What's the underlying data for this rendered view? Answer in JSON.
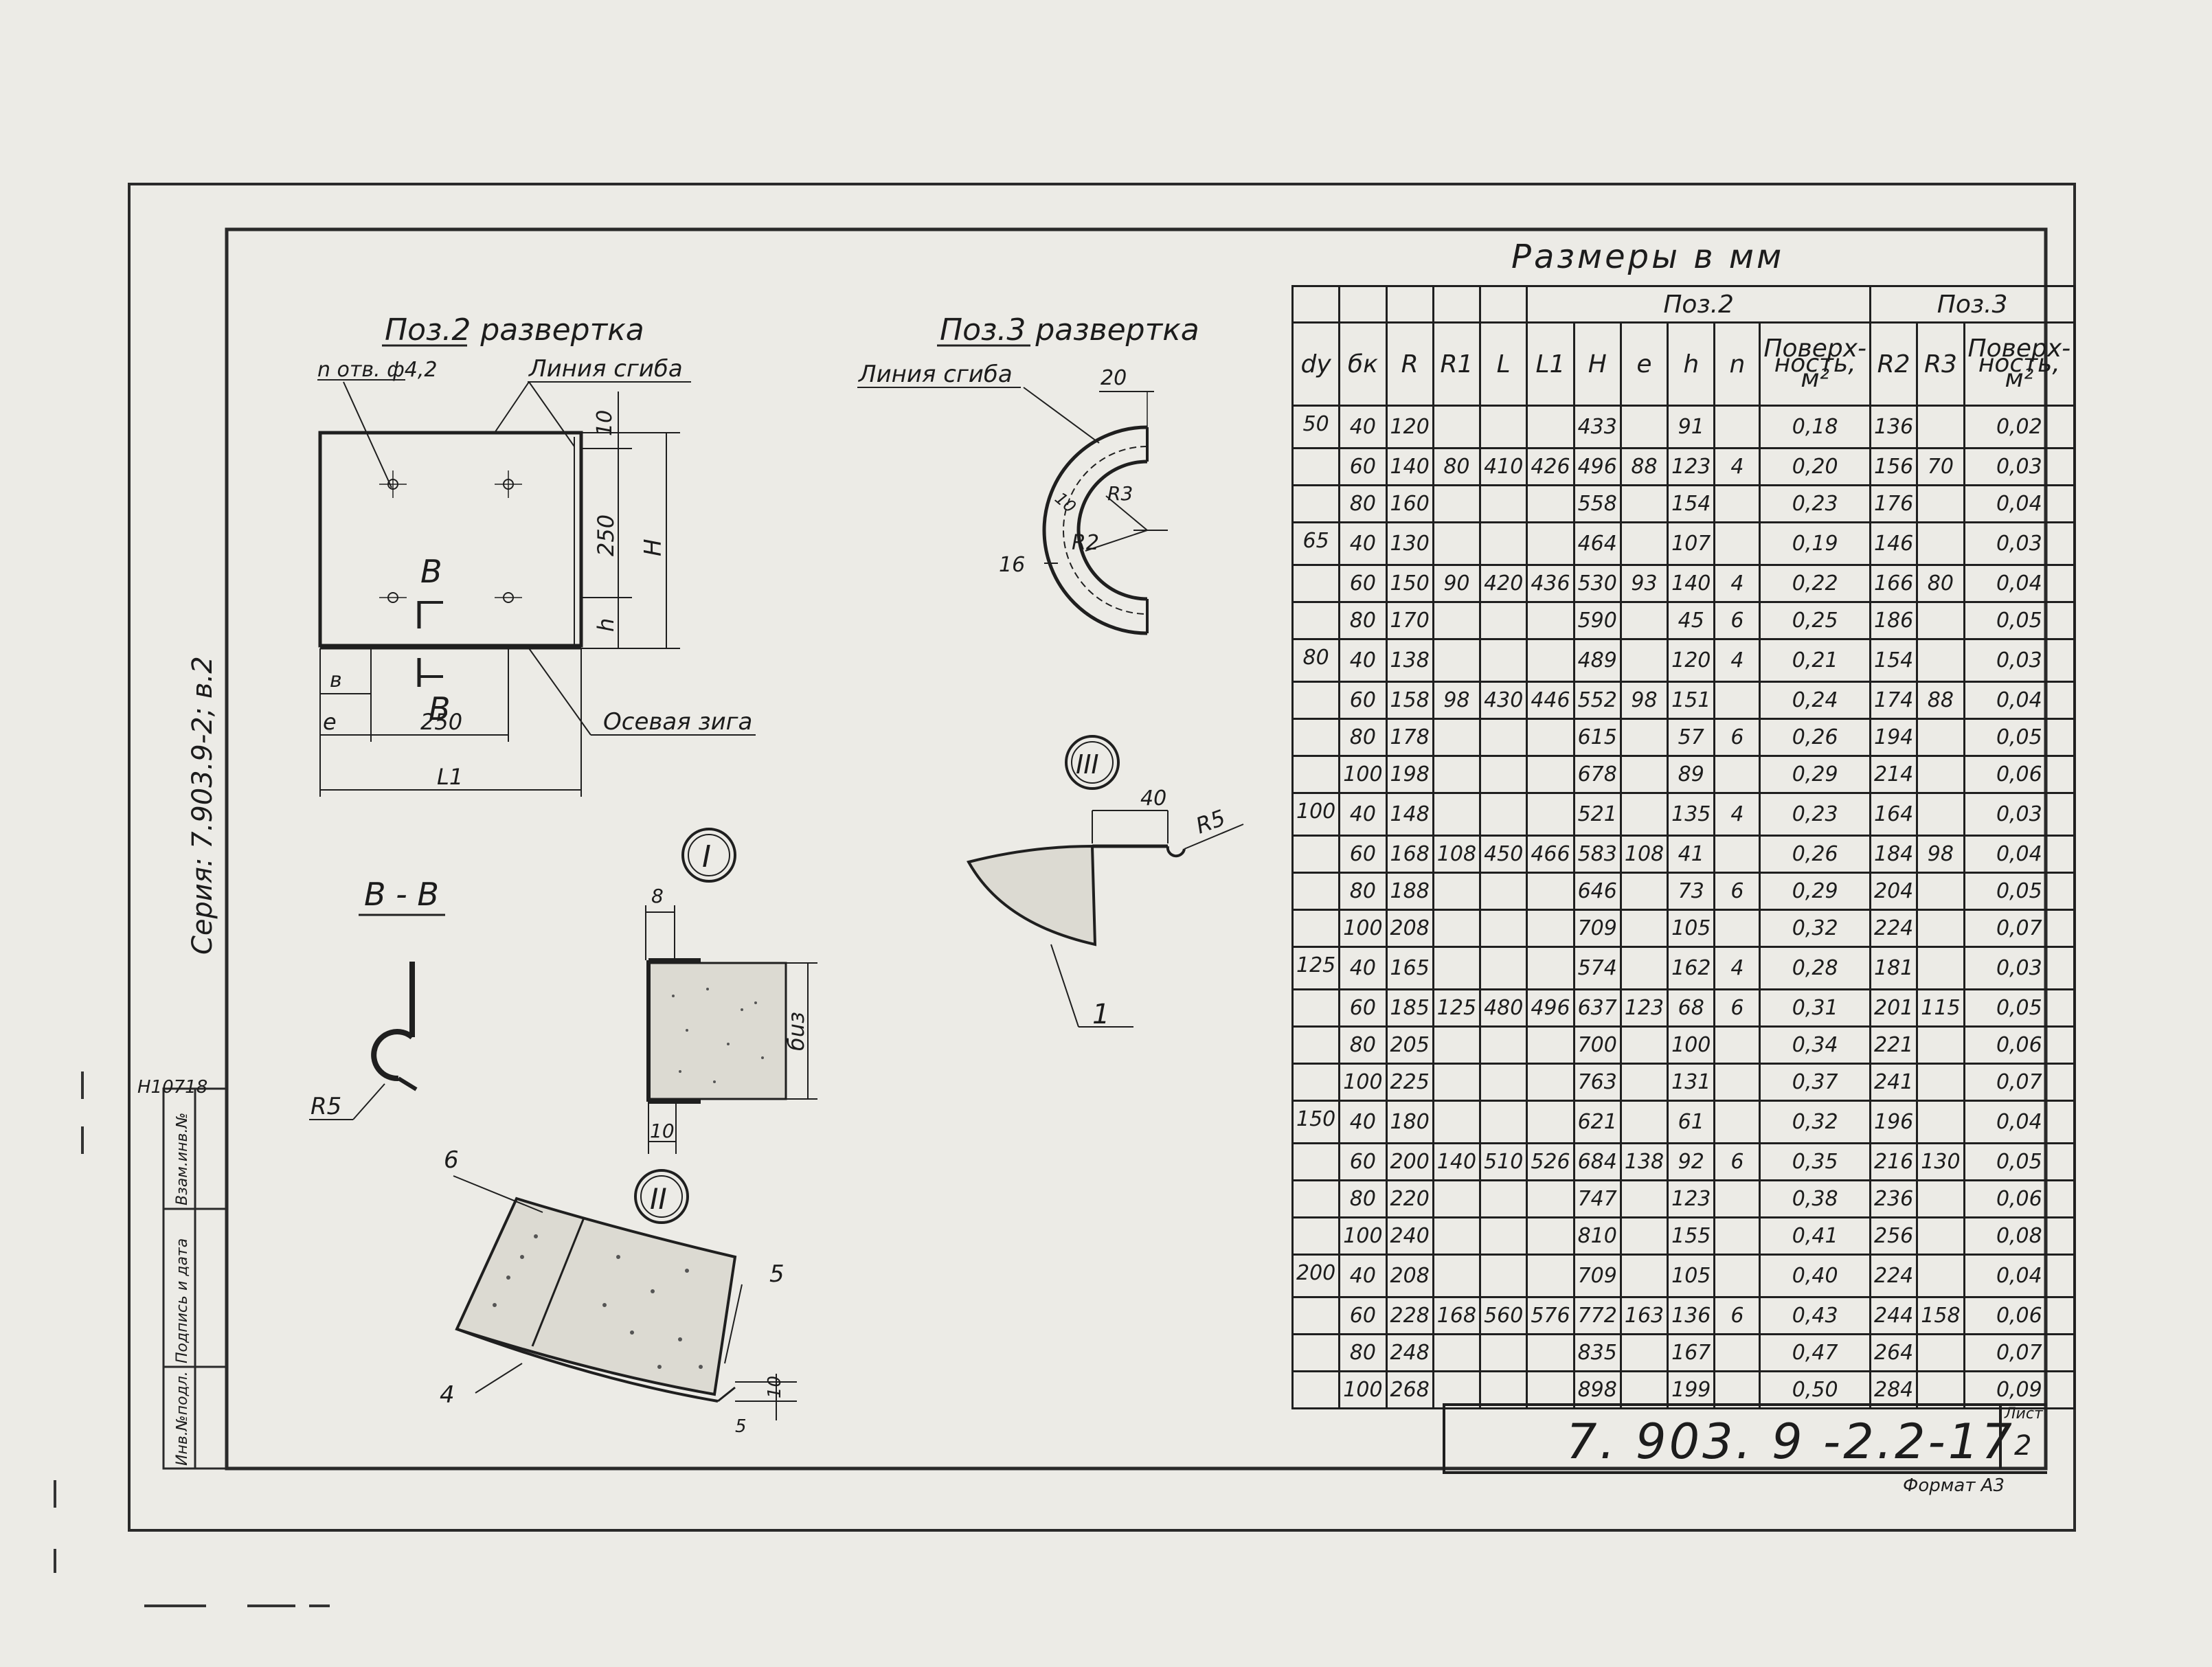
{
  "drawing": {
    "series": "Серия: 7.903.9-2; в.2",
    "inventory_number": "Н10718",
    "stamp_labels": [
      "Инв.№подл.",
      "Подпись и дата",
      "Взам.инв.№"
    ],
    "pos2_title": "Поз.2 развертка",
    "pos2_holes": "n отв. ф4,2",
    "pos2_bend_line": "Линия сгиба",
    "pos2_axial": "Осевая зига",
    "pos2_dims": [
      "10",
      "250",
      "H",
      "h",
      "в",
      "e",
      "250",
      "L1"
    ],
    "section_label_b": "В",
    "pos3_title": "Поз.3 развертка",
    "pos3_bend_line": "Линия сгиба",
    "pos3_dims": [
      "20",
      "10",
      "R3",
      "R2",
      "16"
    ],
    "section_title": "В - В",
    "section_radius": "R5",
    "detail_I": "I",
    "detail_I_dims": [
      "8",
      "бuз",
      "10"
    ],
    "detail_II": "II",
    "detail_II_refs": [
      "6",
      "5",
      "4"
    ],
    "detail_II_dims": [
      "10",
      "5"
    ],
    "detail_III": "III",
    "detail_III_dims": [
      "40",
      "R5"
    ],
    "detail_III_ref": "1"
  },
  "table": {
    "title": "Размеры в мм",
    "group_pos2": "Поз.2",
    "group_pos3": "Поз.3",
    "headers": [
      "dу",
      "бк",
      "R",
      "R1",
      "L",
      "L1",
      "H",
      "e",
      "h",
      "n",
      "Поверх-ность, м²",
      "R2",
      "R3",
      "Поверх-ность, м²"
    ],
    "groups": [
      {
        "du": "50",
        "R1": "80",
        "L": "410",
        "L1": "426",
        "e": "88",
        "R3": "70",
        "rows": [
          {
            "bk": "40",
            "R": "120",
            "H": "433",
            "h": "91",
            "S2": "0,18",
            "R2": "136",
            "S3": "0,02"
          },
          {
            "bk": "60",
            "R": "140",
            "H": "496",
            "h": "123",
            "S2": "0,20",
            "R2": "156",
            "S3": "0,03"
          },
          {
            "bk": "80",
            "R": "160",
            "H": "558",
            "h": "154",
            "S2": "0,23",
            "R2": "176",
            "S3": "0,04"
          }
        ]
      },
      {
        "du": "65",
        "R1": "90",
        "L": "420",
        "L1": "436",
        "e": "93",
        "R3": "80",
        "rows": [
          {
            "bk": "40",
            "R": "130",
            "H": "464",
            "h": "107",
            "S2": "0,19",
            "R2": "146",
            "S3": "0,03"
          },
          {
            "bk": "60",
            "R": "150",
            "H": "530",
            "h": "140",
            "S2": "0,22",
            "R2": "166",
            "S3": "0,04"
          },
          {
            "bk": "80",
            "R": "170",
            "H": "590",
            "h": "45",
            "S2": "0,25",
            "R2": "186",
            "S3": "0,05"
          }
        ]
      },
      {
        "du": "80",
        "R1": "98",
        "L": "430",
        "L1": "446",
        "e": "98",
        "R3": "88",
        "rows": [
          {
            "bk": "40",
            "R": "138",
            "H": "489",
            "h": "120",
            "S2": "0,21",
            "R2": "154",
            "S3": "0,03"
          },
          {
            "bk": "60",
            "R": "158",
            "H": "552",
            "h": "151",
            "S2": "0,24",
            "R2": "174",
            "S3": "0,04"
          },
          {
            "bk": "80",
            "R": "178",
            "H": "615",
            "h": "57",
            "S2": "0,26",
            "R2": "194",
            "S3": "0,05"
          },
          {
            "bk": "100",
            "R": "198",
            "H": "678",
            "h": "89",
            "S2": "0,29",
            "R2": "214",
            "S3": "0,06"
          }
        ]
      },
      {
        "du": "100",
        "R1": "108",
        "L": "450",
        "L1": "466",
        "e": "108",
        "R3": "98",
        "rows": [
          {
            "bk": "40",
            "R": "148",
            "H": "521",
            "h": "135",
            "S2": "0,23",
            "R2": "164",
            "S3": "0,03"
          },
          {
            "bk": "60",
            "R": "168",
            "H": "583",
            "h": "41",
            "S2": "0,26",
            "R2": "184",
            "S3": "0,04"
          },
          {
            "bk": "80",
            "R": "188",
            "H": "646",
            "h": "73",
            "S2": "0,29",
            "R2": "204",
            "S3": "0,05"
          },
          {
            "bk": "100",
            "R": "208",
            "H": "709",
            "h": "105",
            "S2": "0,32",
            "R2": "224",
            "S3": "0,07"
          }
        ]
      },
      {
        "du": "125",
        "R1": "125",
        "L": "480",
        "L1": "496",
        "e": "123",
        "R3": "115",
        "rows": [
          {
            "bk": "40",
            "R": "165",
            "H": "574",
            "h": "162",
            "S2": "0,28",
            "R2": "181",
            "S3": "0,03"
          },
          {
            "bk": "60",
            "R": "185",
            "H": "637",
            "h": "68",
            "S2": "0,31",
            "R2": "201",
            "S3": "0,05"
          },
          {
            "bk": "80",
            "R": "205",
            "H": "700",
            "h": "100",
            "S2": "0,34",
            "R2": "221",
            "S3": "0,06"
          },
          {
            "bk": "100",
            "R": "225",
            "H": "763",
            "h": "131",
            "S2": "0,37",
            "R2": "241",
            "S3": "0,07"
          }
        ]
      },
      {
        "du": "150",
        "R1": "140",
        "L": "510",
        "L1": "526",
        "e": "138",
        "R3": "130",
        "rows": [
          {
            "bk": "40",
            "R": "180",
            "H": "621",
            "h": "61",
            "S2": "0,32",
            "R2": "196",
            "S3": "0,04"
          },
          {
            "bk": "60",
            "R": "200",
            "H": "684",
            "h": "92",
            "S2": "0,35",
            "R2": "216",
            "S3": "0,05"
          },
          {
            "bk": "80",
            "R": "220",
            "H": "747",
            "h": "123",
            "S2": "0,38",
            "R2": "236",
            "S3": "0,06"
          },
          {
            "bk": "100",
            "R": "240",
            "H": "810",
            "h": "155",
            "S2": "0,41",
            "R2": "256",
            "S3": "0,08"
          }
        ]
      },
      {
        "du": "200",
        "R1": "168",
        "L": "560",
        "L1": "576",
        "e": "163",
        "R3": "158",
        "rows": [
          {
            "bk": "40",
            "R": "208",
            "H": "709",
            "h": "105",
            "S2": "0,40",
            "R2": "224",
            "S3": "0,04"
          },
          {
            "bk": "60",
            "R": "228",
            "H": "772",
            "h": "136",
            "S2": "0,43",
            "R2": "244",
            "S3": "0,06"
          },
          {
            "bk": "80",
            "R": "248",
            "H": "835",
            "h": "167",
            "S2": "0,47",
            "R2": "264",
            "S3": "0,07"
          },
          {
            "bk": "100",
            "R": "268",
            "H": "898",
            "h": "199",
            "S2": "0,50",
            "R2": "284",
            "S3": "0,09"
          }
        ]
      }
    ],
    "n_values": [
      {
        "group": 0,
        "row": 1,
        "value": "4"
      },
      {
        "group": 1,
        "row": 1,
        "value": "4"
      },
      {
        "group": 1,
        "row": 2,
        "value": "6"
      },
      {
        "group": 2,
        "row": 0,
        "value": "4"
      },
      {
        "group": 2,
        "row": 2,
        "value": "6"
      },
      {
        "group": 3,
        "row": 0,
        "value": "4"
      },
      {
        "group": 3,
        "row": 2,
        "value": "6"
      },
      {
        "group": 4,
        "row": 0,
        "value": "4"
      },
      {
        "group": 4,
        "row": 1,
        "value": "6"
      },
      {
        "group": 5,
        "row": 1,
        "value": "6"
      },
      {
        "group": 6,
        "row": 1,
        "value": "6"
      }
    ]
  },
  "title_block": {
    "document_number": "7. 903. 9 -2.2-17",
    "sheet_label": "Лист",
    "sheet_number": "2",
    "format": "Формат А3"
  }
}
